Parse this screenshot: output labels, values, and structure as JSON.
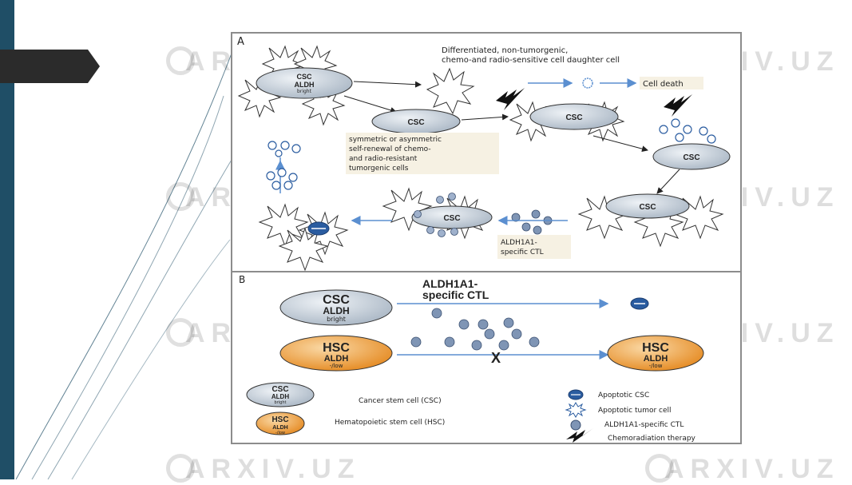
{
  "panelA": {
    "label": "A",
    "differentiated_line1": "Differentiated, non-tumorgenic,",
    "differentiated_line2": "chemo-and radio-sensitive cell daughter cell",
    "cell_death": "Cell death",
    "csc_label": "CSC",
    "aldh_label": "ALDH",
    "bright_label": "bright",
    "renewal_line1": " symmetric or asymmetric",
    "renewal_line2": "self-renewal of chemo-",
    "renewal_line3": "and radio-resistant",
    "renewal_line4": "tumorgenic  cells",
    "ctl_line1": "ALDH1A1-",
    "ctl_line2": "specific CTL"
  },
  "panelB": {
    "label": "B",
    "ctl_title_line1": "ALDH1A1-",
    "ctl_title_line2": "specific CTL",
    "csc_label": "CSC",
    "aldh_label": "ALDH",
    "bright_label": "bright",
    "hsc_label": "HSC",
    "low_label": "-/low",
    "x_mark": "X"
  },
  "legend": {
    "csc": "Cancer stem cell (CSC)",
    "hsc": "Hematopoietic stem cell (HSC)",
    "apoptotic_csc": "Apoptotic CSC",
    "apoptotic_tumor": "Apoptotic tumor cell",
    "ctl": "ALDH1A1-specific CTL",
    "chemo": "Chemoradiation therapy"
  },
  "watermark": "ARXIV.UZ",
  "colors": {
    "csc_fill": "#c9d3de",
    "hsc_fill": "#f2a24a",
    "ctl_fill": "#7f95b5",
    "arrow": "#5b8fd0",
    "slide_accent": "#1f4e66"
  }
}
